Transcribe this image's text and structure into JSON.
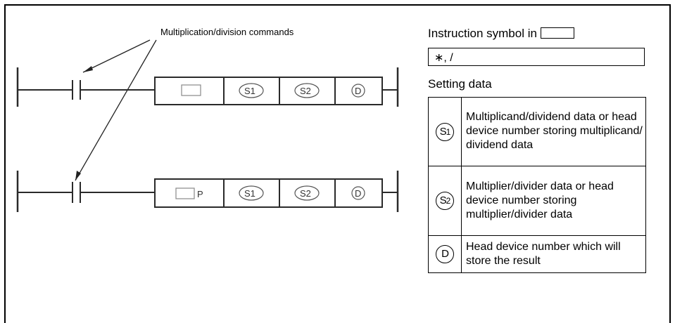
{
  "annotation": {
    "label": "Multiplication/division commands"
  },
  "ladder": {
    "rungs": [
      {
        "instruction_suffix": "",
        "operands": [
          "S1",
          "S2",
          "D"
        ]
      },
      {
        "instruction_suffix": "P",
        "operands": [
          "S1",
          "S2",
          "D"
        ]
      }
    ]
  },
  "instruction": {
    "heading": "Instruction symbol in",
    "symbols": "∗, /"
  },
  "setting": {
    "heading": "Setting data",
    "rows": [
      {
        "symbol": "S",
        "subscript": "1",
        "description": "Multiplicand/dividend data or head device number storing multiplicand/ dividend data"
      },
      {
        "symbol": "S",
        "subscript": "2",
        "description": "Multiplier/divider data or head device number storing multiplier/divider data"
      },
      {
        "symbol": "D",
        "subscript": "",
        "description": "Head device number which will store the result"
      }
    ]
  }
}
